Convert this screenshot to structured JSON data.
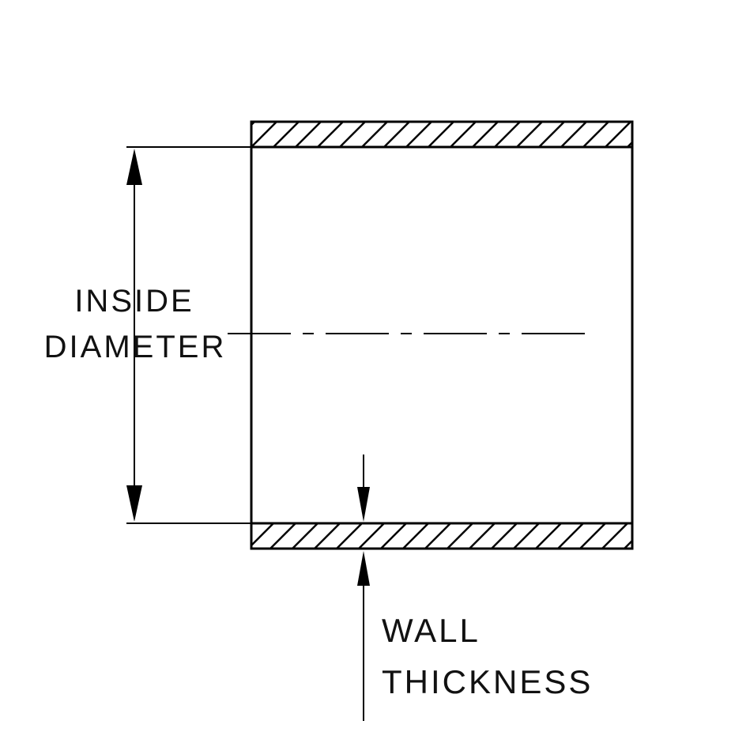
{
  "diagram": {
    "title": "tube-wall-cross-section",
    "labels": {
      "inside_line1": "INSIDE",
      "inside_line2": "DIAMETER",
      "wall_line1": "WALL",
      "wall_line2": "THICKNESS"
    },
    "colors": {
      "line": "#000000",
      "text": "#111111",
      "background": "#ffffff"
    }
  }
}
